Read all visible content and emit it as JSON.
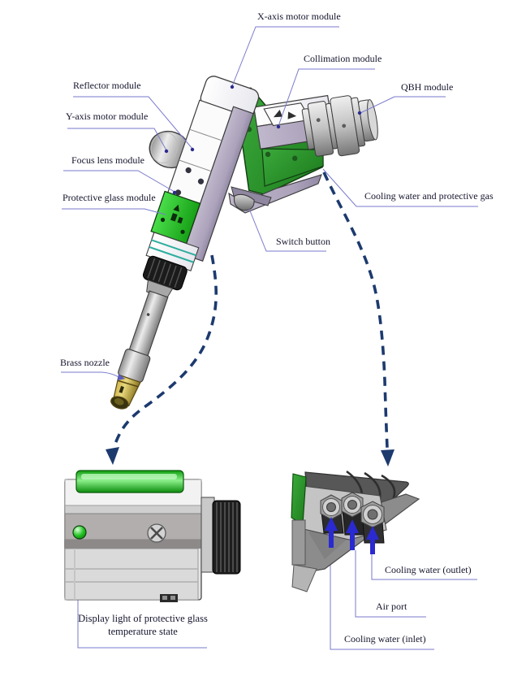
{
  "figure": {
    "main_labels": {
      "x_axis_motor": "X-axis motor module",
      "collimation": "Collimation module",
      "reflector": "Reflector module",
      "qbh": "QBH module",
      "y_axis_motor": "Y-axis motor module",
      "focus_lens": "Focus lens module",
      "protective_glass": "Protective glass module",
      "cooling_water_gas": "Cooling water and protective gas",
      "switch_button": "Switch button",
      "brass_nozzle": "Brass nozzle"
    },
    "inset_left": {
      "display_light": "Display light of protective glass temperature state"
    },
    "inset_right": {
      "cooling_outlet": "Cooling water (outlet)",
      "air_port": "Air port",
      "cooling_inlet": "Cooling water (inlet)"
    }
  },
  "colors": {
    "leader_line": "#7a7ace",
    "leader_dot": "#2b2b8f",
    "dashed_arrow": "#1c3a6e",
    "blue_arrow": "#2a2ad0",
    "green_part": "#2f9e2f",
    "bright_green": "#2ecc2e",
    "lavender_part": "#b2a9c0",
    "brass": "#b09a2e",
    "text": "#15152e"
  }
}
